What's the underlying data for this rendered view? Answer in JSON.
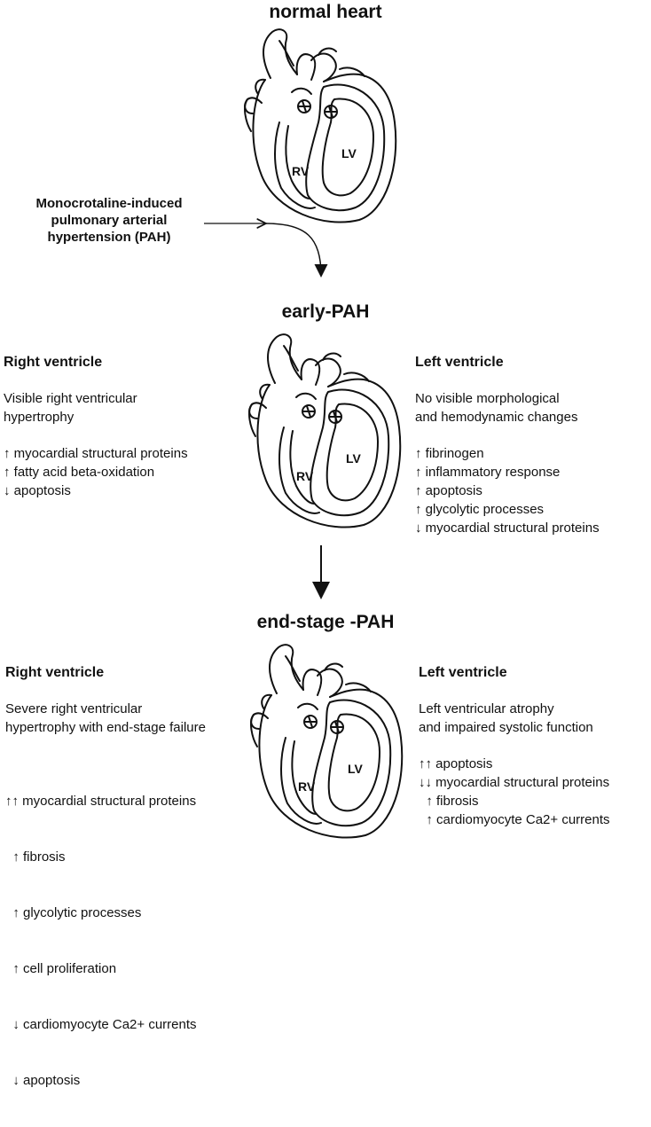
{
  "stages": {
    "normal": {
      "title": "normal heart"
    },
    "early": {
      "title": "early-PAH"
    },
    "end": {
      "title": "end-stage -PAH"
    }
  },
  "heart_labels": {
    "rv": "RV",
    "lv": "LV"
  },
  "induction_label": [
    "Monocrotaline-induced",
    "pulmonary arterial",
    "hypertension (PAH)"
  ],
  "early": {
    "right": {
      "heading": "Right ventricle",
      "description": [
        "Visible right ventricular",
        "hypertrophy"
      ],
      "effects": [
        "↑ myocardial structural proteins",
        "↑ fatty acid beta-oxidation",
        "↓ apoptosis"
      ]
    },
    "left": {
      "heading": "Left ventricle",
      "description": [
        "No visible morphological",
        "and hemodynamic changes"
      ],
      "effects": [
        "↑ fibrinogen",
        "↑ inflammatory response",
        "↑ apoptosis",
        "↑ glycolytic processes",
        "↓ myocardial structural proteins"
      ]
    }
  },
  "end": {
    "right": {
      "heading": "Right ventricle",
      "description": [
        "Severe right ventricular",
        "hypertrophy with end-stage failure"
      ],
      "effects": [
        "↑↑ myocardial structural proteins",
        "  ↑ fibrosis",
        "  ↑ glycolytic processes",
        "  ↑ cell proliferation",
        "  ↓ cardiomyocyte Ca2+ currents",
        "  ↓ apoptosis"
      ]
    },
    "left": {
      "heading": "Left ventricle",
      "description": [
        "Left ventricular atrophy",
        "and impaired systolic function"
      ],
      "effects": [
        "↑↑ apoptosis",
        "↓↓ myocardial structural proteins",
        "  ↑ fibrosis",
        "  ↑ cardiomyocyte Ca2+ currents"
      ]
    }
  }
}
